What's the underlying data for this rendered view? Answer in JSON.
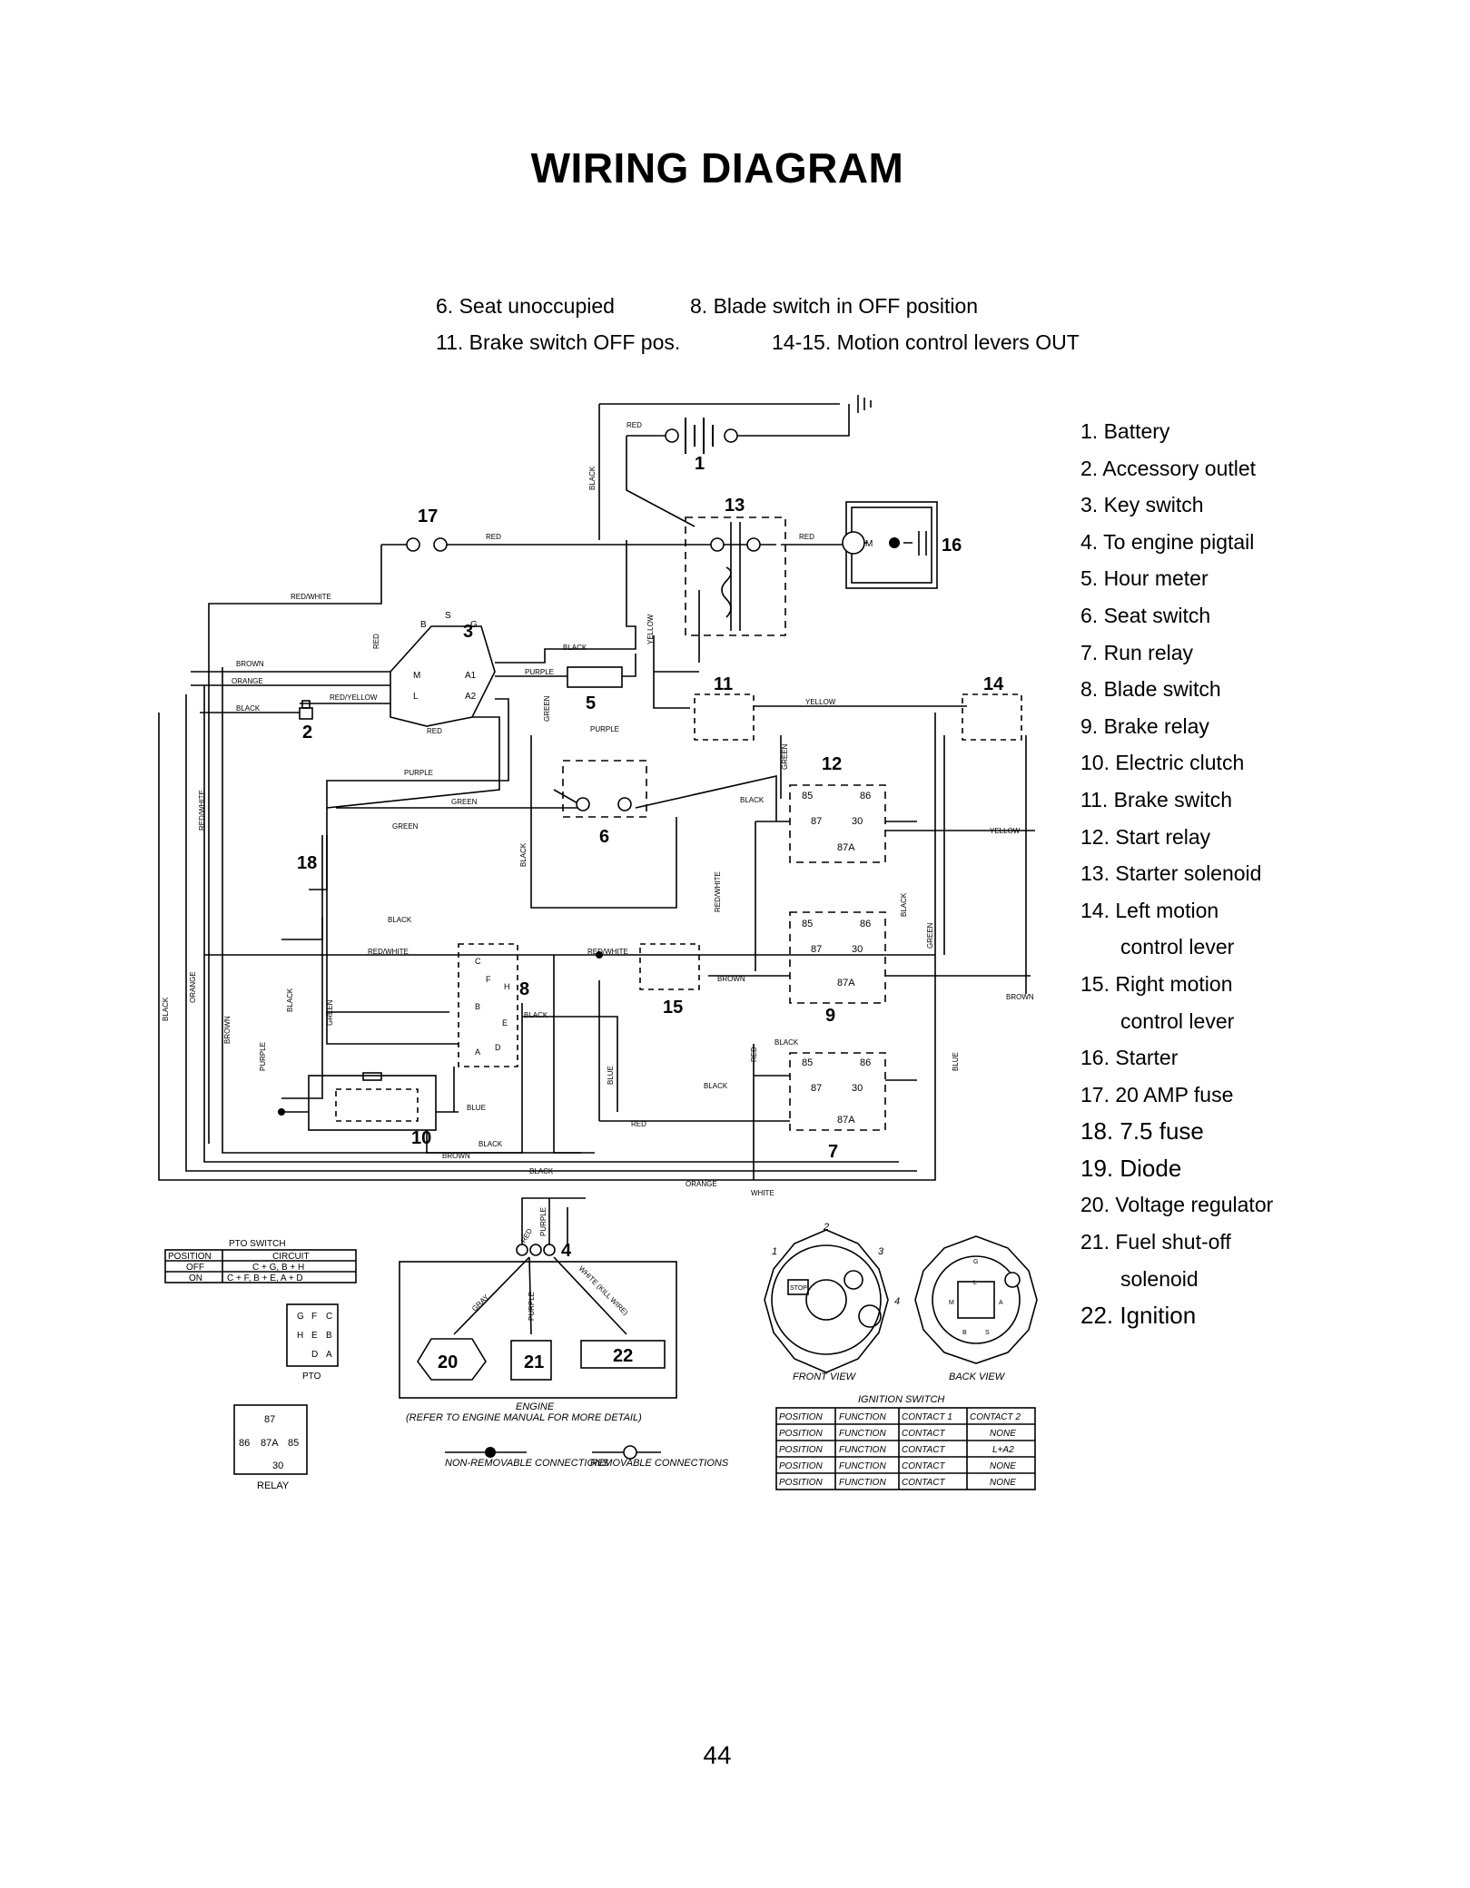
{
  "title": "WIRING DIAGRAM",
  "conditions": [
    "6. Seat unoccupied",
    "8. Blade switch in OFF position",
    "11. Brake switch OFF pos.",
    "14-15. Motion control levers OUT"
  ],
  "legend": [
    {
      "text": "1. Battery"
    },
    {
      "text": "2. Accessory outlet"
    },
    {
      "text": "3. Key switch"
    },
    {
      "text": "4. To engine pigtail"
    },
    {
      "text": "5. Hour meter"
    },
    {
      "text": "6. Seat switch"
    },
    {
      "text": "7. Run relay"
    },
    {
      "text": "8. Blade switch"
    },
    {
      "text": "9. Brake relay"
    },
    {
      "text": "10. Electric clutch"
    },
    {
      "text": "11. Brake switch"
    },
    {
      "text": "12. Start relay"
    },
    {
      "text": "13. Starter solenoid"
    },
    {
      "text": "14. Left motion"
    },
    {
      "text": "control lever"
    },
    {
      "text": "15. Right motion"
    },
    {
      "text": "control lever"
    },
    {
      "text": "16. Starter"
    },
    {
      "text": "17. 20 AMP fuse"
    },
    {
      "text": "18. 7.5 fuse"
    },
    {
      "text": "19. Diode"
    },
    {
      "text": "20. Voltage regulator"
    },
    {
      "text": "21. Fuel shut-off"
    },
    {
      "text": "solenoid"
    },
    {
      "text": "22. Ignition"
    }
  ],
  "component_numbers": {
    "n1": "1",
    "n2": "2",
    "n3": "3",
    "n4": "4",
    "n5": "5",
    "n6": "6",
    "n7": "7",
    "n8": "8",
    "n9": "9",
    "n10": "10",
    "n11": "11",
    "n12": "12",
    "n13": "13",
    "n14": "14",
    "n15": "15",
    "n16": "16",
    "n17": "17",
    "n18": "18",
    "n20": "20",
    "n21": "21",
    "n22": "22"
  },
  "wire_labels": {
    "red": "RED",
    "black": "BLACK",
    "yellow": "YELLOW",
    "red_white": "RED/WHITE",
    "brown": "BROWN",
    "orange": "ORANGE",
    "red_yellow": "RED/YELLOW",
    "purple": "PURPLE",
    "green": "GREEN",
    "blue": "BLUE",
    "white": "WHITE",
    "gray": "GRAY",
    "white_kill": "WHITE (KILL WIRE)"
  },
  "key_switch_terminals": {
    "b": "B",
    "s": "S",
    "g": "G",
    "m": "M",
    "a1": "A1",
    "l": "L",
    "a2": "A2"
  },
  "meter_symbol": "M",
  "relay_pins": {
    "p85": "85",
    "p86": "86",
    "p87": "87",
    "p30": "30",
    "p87a": "87A"
  },
  "blade_switch_letters": {
    "c": "C",
    "f": "F",
    "h": "H",
    "b": "B",
    "e": "E",
    "a": "A",
    "d": "D"
  },
  "pto_switch": {
    "title": "PTO SWITCH",
    "headers": [
      "POSITION",
      "CIRCUIT"
    ],
    "rows": [
      [
        "OFF",
        "C + G, B + H"
      ],
      [
        "ON",
        "C + F, B + E, A + D"
      ]
    ],
    "caption": "PTO",
    "pins": [
      "G",
      "F",
      "C",
      "H",
      "E",
      "B",
      "D",
      "A"
    ]
  },
  "relay_diagram": {
    "caption": "RELAY",
    "pins": [
      "87",
      "86",
      "87A",
      "85",
      "30"
    ]
  },
  "engine": {
    "label": "ENGINE",
    "note": "(REFER TO ENGINE MANUAL FOR MORE DETAIL)"
  },
  "connections": {
    "non_removable": "NON-REMOVABLE CONNECTIONS",
    "removable": "REMOVABLE CONNECTIONS"
  },
  "ignition_switch": {
    "front_view": "FRONT VIEW",
    "back_view": "BACK VIEW",
    "title": "IGNITION SWITCH",
    "positions": [
      "1",
      "2",
      "3",
      "4"
    ],
    "stop_label": "STOP",
    "back_terminals": [
      "G",
      "M",
      "A",
      "B",
      "S",
      "L"
    ],
    "headers": [
      "POSITION",
      "FUNCTION",
      "CONTACT 1",
      "CONTACT 2"
    ],
    "rows": [
      [
        "POSITION",
        "FUNCTION",
        "CONTACT",
        "NONE"
      ],
      [
        "POSITION",
        "FUNCTION",
        "CONTACT",
        "L+A2"
      ],
      [
        "POSITION",
        "FUNCTION",
        "CONTACT",
        "NONE"
      ],
      [
        "POSITION",
        "FUNCTION",
        "CONTACT",
        "NONE"
      ]
    ]
  },
  "page_number": "44"
}
